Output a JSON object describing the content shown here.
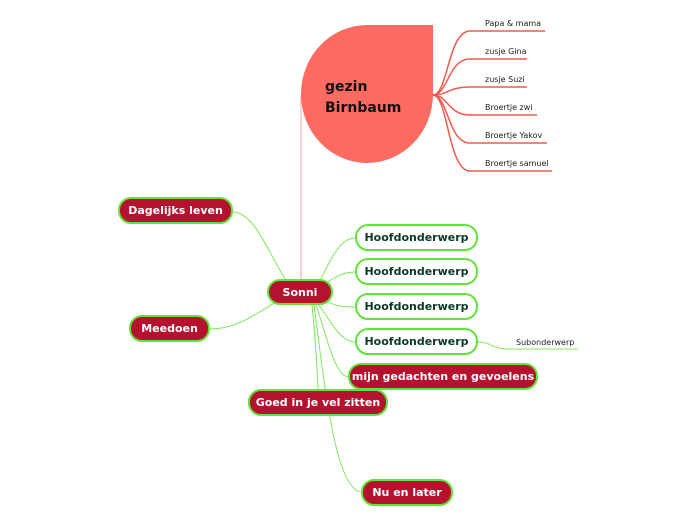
{
  "family": {
    "title_line1": "gezin",
    "title_line2": "Birnbaum",
    "members": [
      "Papa & mama",
      "zusje Gina",
      "zusje Suzi",
      "Broertje zwi",
      "Broertje Yakov",
      "Broertje samuel"
    ]
  },
  "center": {
    "label": "Sonni"
  },
  "left_nodes": {
    "daily": "Dagelijks leven",
    "participate": "Meedoen"
  },
  "topics": [
    "Hoofdonderwerp",
    "Hoofdonderwerp",
    "Hoofdonderwerp",
    "Hoofdonderwerp"
  ],
  "subtopic": "Subonderwerp",
  "bottom_nodes": {
    "thoughts": "mijn gedachten en gevoelens",
    "comfort": "Goed in je vel zitten",
    "now_later": "Nu en later"
  },
  "colors": {
    "family_fill": "#ff6b63",
    "node_fill": "#b5122f",
    "node_border": "#63e23a",
    "family_lines": "#f25a4e",
    "green_lines": "#7de85a"
  }
}
